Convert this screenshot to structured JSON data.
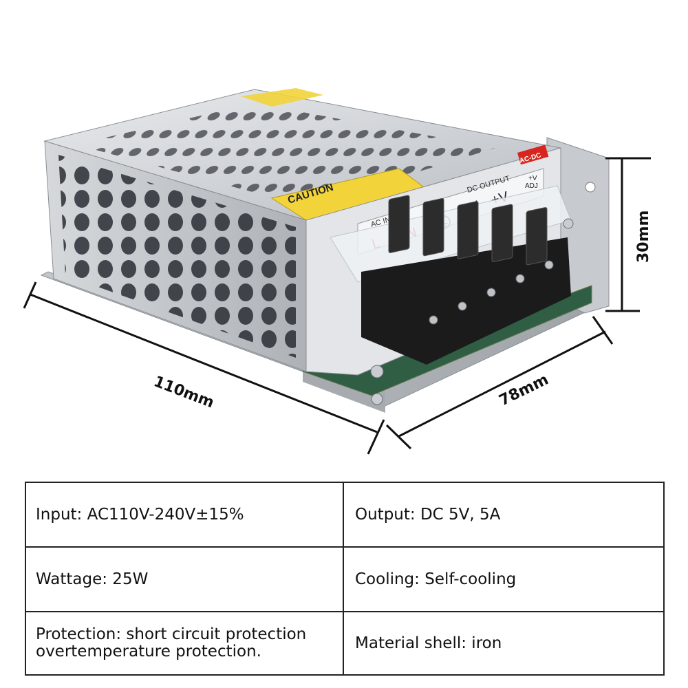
{
  "product_labels": {
    "caution": "CAUTION",
    "ac_input": "AC INPUT",
    "terminal_l": "L",
    "terminal_n": "N",
    "dc_output": "DC OUTPUT",
    "terminal_neg": "-V",
    "terminal_pos": "+V",
    "ac_dc_badge": "AC-DC",
    "adj_pos": "+V",
    "adj": "ADJ"
  },
  "dimensions": {
    "length": "110mm",
    "width": "78mm",
    "height": "30mm"
  },
  "specs": [
    [
      "Input: AC110V-240V±15%",
      "Output: DC 5V, 5A"
    ],
    [
      "Wattage: 25W",
      "Cooling: Self-cooling"
    ],
    [
      [
        "Protection: short circuit protection",
        "overtemperature protection."
      ],
      "Material shell: iron"
    ]
  ],
  "colors": {
    "shell": "#c9ccd0",
    "caution_label": "#f2d43a",
    "terminal_block": "#1b1b1b",
    "badge_red": "#d7261e",
    "pcb_green": "#2f5e44"
  }
}
